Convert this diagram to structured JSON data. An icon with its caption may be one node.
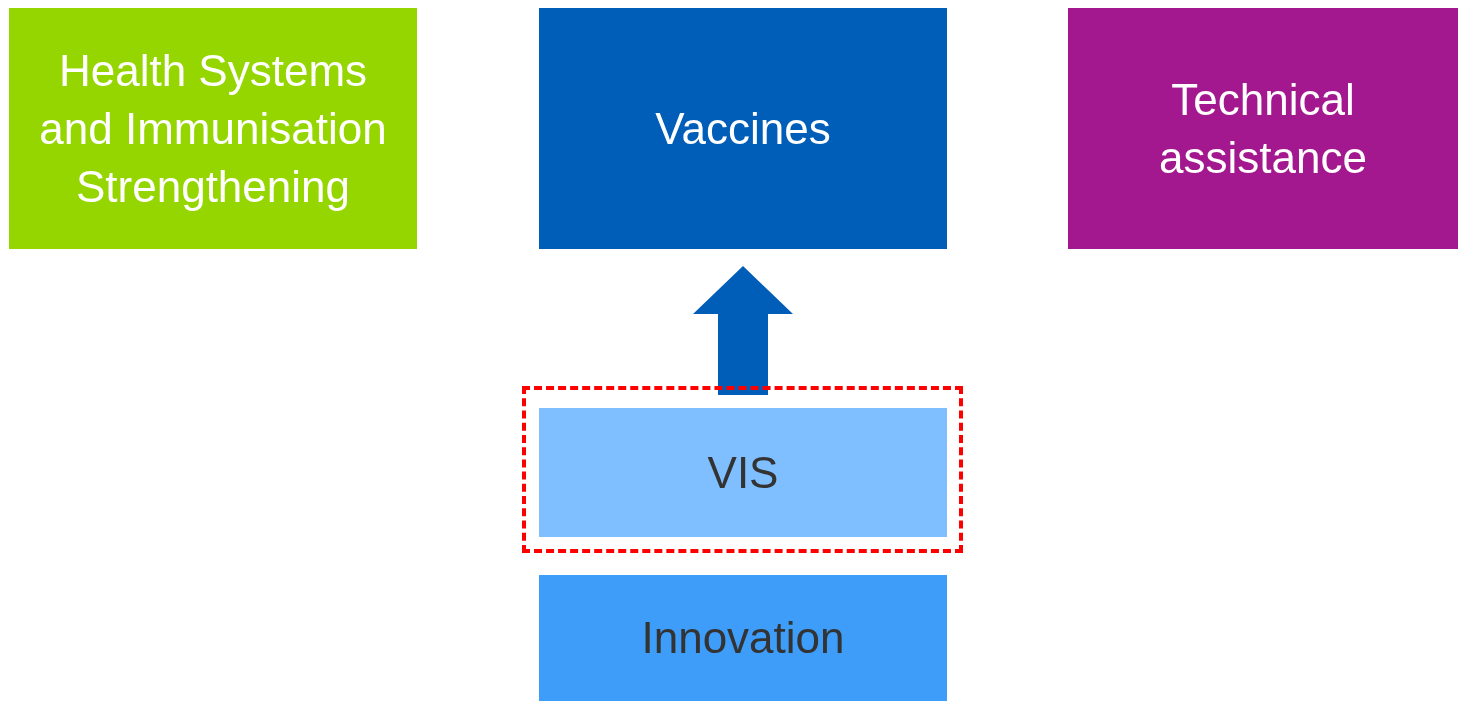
{
  "diagram": {
    "nodes": [
      {
        "text": [
          "Health Systems and Immunisation Strengthening"
        ]
      },
      {
        "text": [
          "Vaccines"
        ]
      },
      {
        "text": [
          "Technical assistance"
        ]
      },
      {
        "text": [],
        "shape": "box"
      },
      {
        "text": [
          "VIS"
        ],
        "in": 3
      },
      {
        "text": [
          "Innovation"
        ]
      }
    ],
    "edges": [
      {
        "from": 3,
        "to": 1,
        "arrow": "to",
        "style": "thick",
        "color": "#005eb8"
      }
    ]
  }
}
